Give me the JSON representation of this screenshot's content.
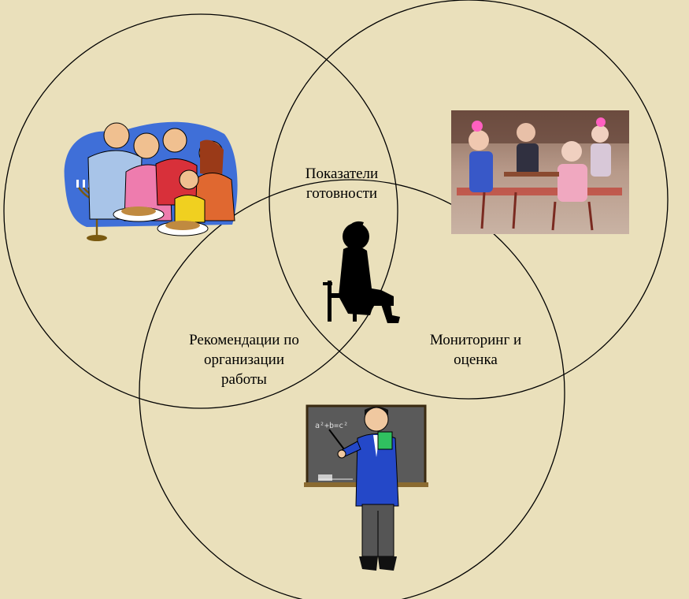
{
  "colors": {
    "background": "#eae0bb",
    "circle_stroke": "#000000"
  },
  "labels": {
    "readiness": [
      "Показатели",
      "готовности"
    ],
    "recommendations": [
      "Рекомендации по",
      "организации",
      "работы"
    ],
    "monitoring": [
      "Мониторинг и",
      "оценка"
    ]
  },
  "illustrations": {
    "family": "family-clipart-icon",
    "kindergarten": "kindergarten-children-photo",
    "child": "sitting-child-silhouette-icon",
    "teacher": "teacher-at-blackboard-icon"
  }
}
